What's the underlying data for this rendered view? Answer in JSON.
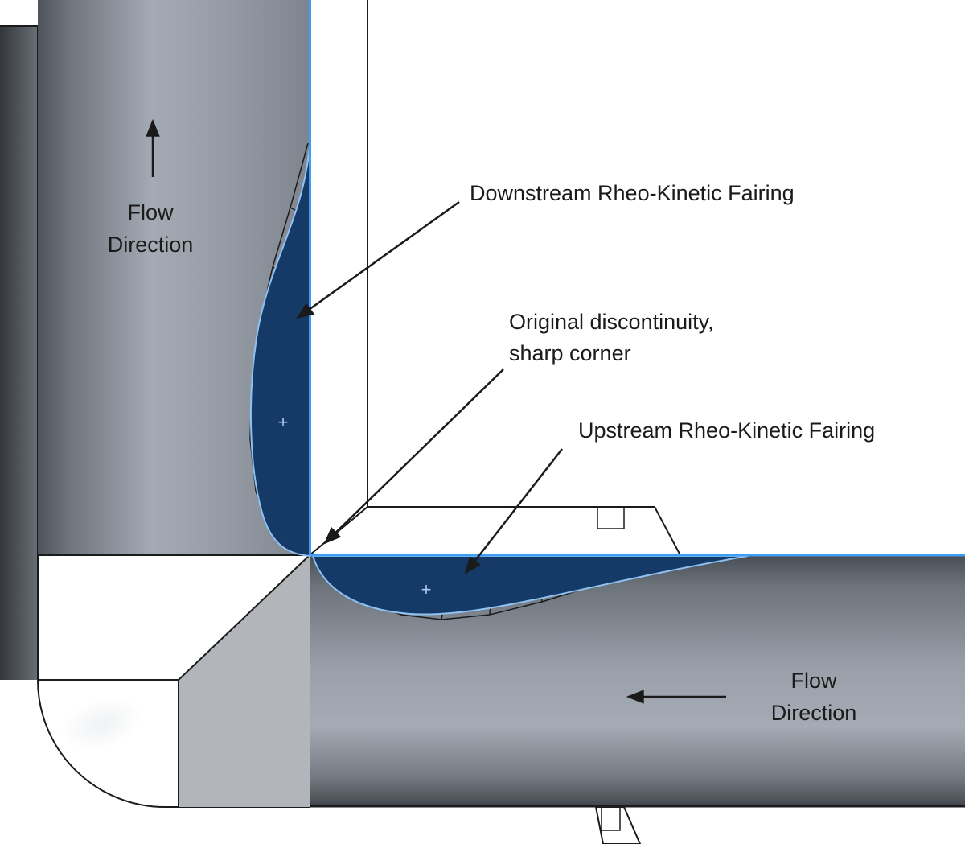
{
  "diagram": {
    "type": "cad-pipe-elbow-cross-section",
    "labels": {
      "flow_top_line1": "Flow",
      "flow_top_line2": "Direction",
      "downstream": "Downstream Rheo-Kinetic Fairing",
      "discontinuity1": "Original discontinuity,",
      "discontinuity2": "sharp corner",
      "upstream": "Upstream Rheo-Kinetic Fairing",
      "flow_bottom_line1": "Flow",
      "flow_bottom_line2": "Direction"
    },
    "markers": {
      "plus": "+"
    },
    "colors": {
      "fairing_fill": "#163a68",
      "fairing_edge": "#8fc2f2",
      "flow_line_blue": "#3f9df5",
      "annotation_black": "#1a1a1a",
      "pipe_gray_light": "#a4aab3",
      "pipe_gray_dark": "#4a4f56",
      "elbow_gray": "#c3c6ca"
    }
  }
}
